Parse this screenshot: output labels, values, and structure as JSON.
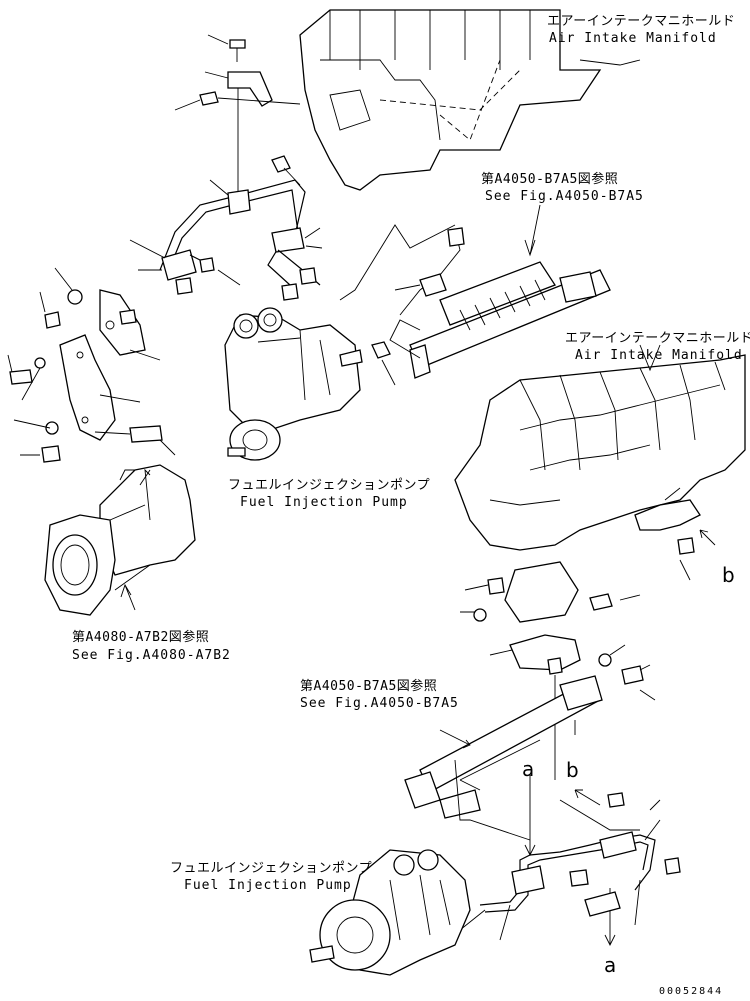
{
  "labels": {
    "manifold_top_jp": "エアーインテークマニホールド",
    "manifold_top_en": "Air Intake Manifold",
    "see_fig_1_jp": "第A4050-B7A5図参照",
    "see_fig_1_en": "See Fig.A4050-B7A5",
    "manifold_mid_jp": "エアーインテークマニホールド",
    "manifold_mid_en": "Air Intake Manifold",
    "pump_top_jp": "フュエルインジェクションポンプ",
    "pump_top_en": "Fuel Injection Pump",
    "see_fig_2_jp": "第A4080-A7B2図参照",
    "see_fig_2_en": "See Fig.A4080-A7B2",
    "see_fig_3_jp": "第A4050-B7A5図参照",
    "see_fig_3_en": "See Fig.A4050-B7A5",
    "pump_bottom_jp": "フュエルインジェクションポンプ",
    "pump_bottom_en": "Fuel Injection Pump"
  },
  "markers": {
    "b_right": "b",
    "a_mid": "a",
    "b_mid": "b",
    "a_bottom": "a"
  },
  "drawing_code": "00052844"
}
